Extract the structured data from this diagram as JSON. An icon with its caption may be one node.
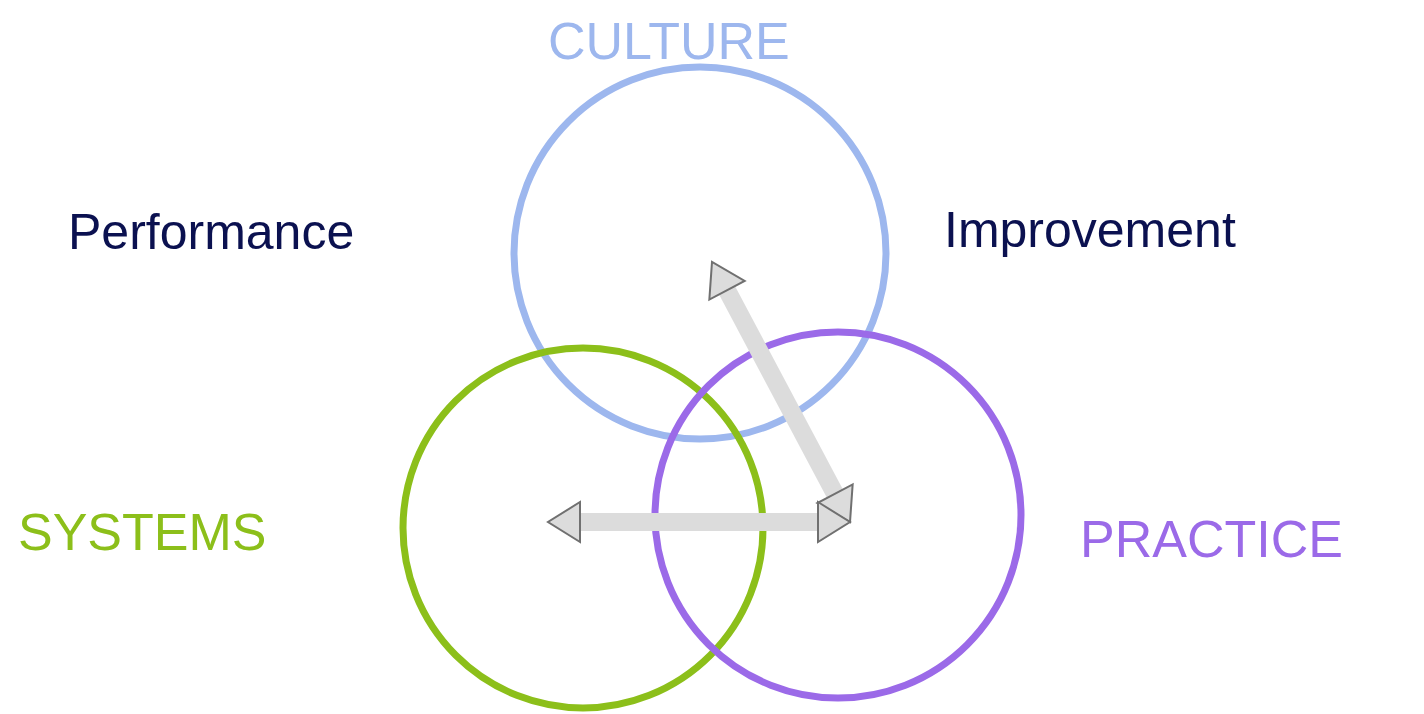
{
  "diagram": {
    "nodes": [
      {
        "text": [
          "CULTURE"
        ]
      },
      {
        "text": [
          "SYSTEMS"
        ]
      },
      {
        "text": [
          "PRACTICE"
        ]
      }
    ],
    "edges": [
      {
        "from": 0,
        "to": 2,
        "arrow": "both"
      },
      {
        "from": 1,
        "to": 2,
        "arrow": "both"
      }
    ],
    "labels": [
      "Performance",
      "Improvement"
    ]
  }
}
